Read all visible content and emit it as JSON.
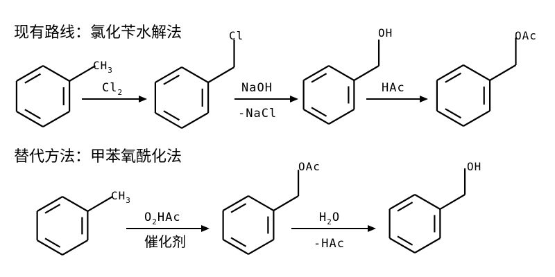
{
  "route1": {
    "title": "现有路线：氯化苄水解法",
    "mol1_group": {
      "main": "CH",
      "sub": "3"
    },
    "step1_top": {
      "main": "Cl",
      "sub": "2"
    },
    "mol2_group": "Cl",
    "step2_top": "NaOH",
    "step2_bottom": "-NaCl",
    "mol3_group": "OH",
    "step3_top": "HAc",
    "mol4_group": "OAc"
  },
  "route2": {
    "title": "替代方法：甲苯氧酰化法",
    "mol1_group": {
      "main": "CH",
      "sub": "3"
    },
    "step1_top": {
      "pre": "O",
      "sub": "2",
      "post": "HAc"
    },
    "step1_bottom": "催化剂",
    "mol2_group": "OAc",
    "step2_top": {
      "pre": "H",
      "sub": "2",
      "post": "O"
    },
    "step2_bottom": "-HAc",
    "mol3_group": "OH"
  }
}
